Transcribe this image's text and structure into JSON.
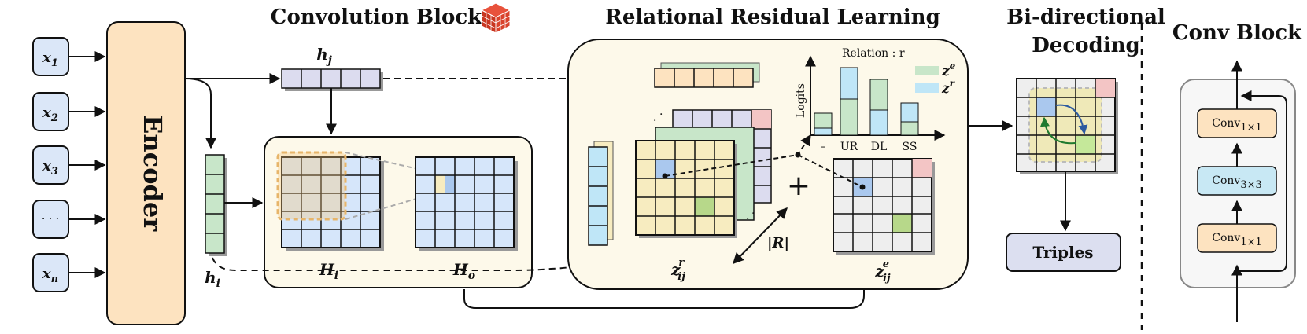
{
  "inputs": [
    "x_1",
    "x_2",
    "x_3",
    "· · ·",
    "x_n"
  ],
  "encoder": "Encoder",
  "titles": {
    "conv": "Convolution Block",
    "rrl": "Relational Residual Learning",
    "bidir_1": "Bi-directional",
    "bidir_2": "Decoding",
    "conv_block": "Conv Block"
  },
  "vectors": {
    "hj": "h",
    "hj_sub": "j",
    "hi": "h",
    "hi_sub": "i"
  },
  "matrices": {
    "Hi": "H",
    "Hi_sub": "i",
    "Ho": "H",
    "Ho_sub": "o"
  },
  "z_labels": {
    "zr": "z",
    "zr_sup": "r",
    "zr_sub": "ij",
    "ze": "z",
    "ze_sup": "e",
    "ze_sub": "ij",
    "R": "|R|"
  },
  "relation_chart": {
    "title": "Relation : r",
    "ylabel": "Logits",
    "categories": [
      "–",
      "UR",
      "DL",
      "SS"
    ],
    "legend": [
      {
        "label": "z",
        "sup": "e",
        "color": "#c8e6c9"
      },
      {
        "label": "z",
        "sup": "r",
        "color": "#bfe6f7"
      }
    ]
  },
  "plus": "+",
  "triples": "Triples",
  "conv_block": {
    "layers": [
      {
        "name": "Conv",
        "sub": "1×1",
        "color": "#fde3c0"
      },
      {
        "name": "Conv",
        "sub": "3×3",
        "color": "#c8e8f4"
      },
      {
        "name": "Conv",
        "sub": "1×1",
        "color": "#fde3c0"
      }
    ]
  },
  "colors": {
    "encoder": "#fde3c0",
    "input": "#dbe7f8",
    "panel": "#fdf9ea",
    "grid_blue": "#d6e6fa",
    "grid_yellow": "#f7ecc0",
    "grid_purple": "#dcdcef",
    "grid_gray": "#eeeeee",
    "triples": "#dcdff0"
  }
}
